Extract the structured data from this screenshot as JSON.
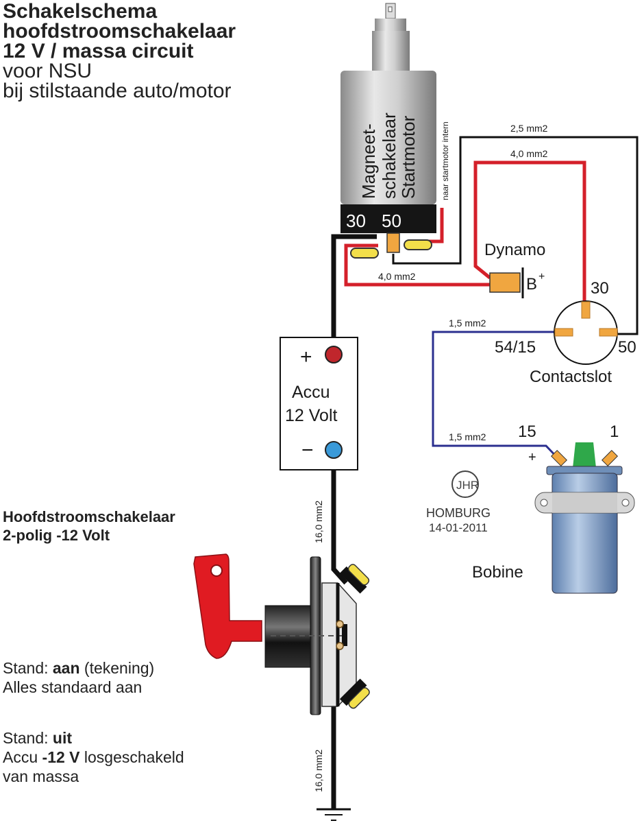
{
  "title": {
    "line1": "Schakelschema",
    "line2": "hoofdstroomschakelaar",
    "line3": "12 V / massa circuit",
    "line4": "voor NSU",
    "line5": "bij stilstaande auto/motor"
  },
  "starter": {
    "label_line1": "Magneet-",
    "label_line2": "schakelaar",
    "label_line3": "Startmotor",
    "internal_note": "naar startmotor intern",
    "terminal_30": "30",
    "terminal_50": "50"
  },
  "wires": {
    "starter_to_contact_50": "2,5 mm2",
    "dynamo_to_contact_30": "4,0 mm2",
    "starter_to_dynamo": "4,0 mm2",
    "contact_to_coil_top": "1,5 mm2",
    "contact_to_coil_bottom": "1,5 mm2",
    "battery_to_switch": "16,0 mm2",
    "switch_to_ground": "16,0 mm2"
  },
  "dynamo": {
    "label": "Dynamo",
    "terminal": "B",
    "terminal_sup": "+"
  },
  "ignition_switch": {
    "label": "Contactslot",
    "terminal_30": "30",
    "terminal_54_15": "54/15",
    "terminal_50": "50"
  },
  "battery": {
    "label_line1": "Accu",
    "label_line2": "12 Volt",
    "plus": "+",
    "minus": "−"
  },
  "coil": {
    "label": "Bobine",
    "terminal_15": "15",
    "terminal_1": "1",
    "plus": "+"
  },
  "author": {
    "logo": "JHR",
    "name": "HOMBURG",
    "date": "14-01-2011"
  },
  "main_switch": {
    "title_line1": "Hoofdstroomschakelaar",
    "title_line2": "2-polig -12 Volt"
  },
  "notes": {
    "on_prefix": "Stand: ",
    "on_bold": "aan",
    "on_suffix": " (tekening)",
    "on_desc": "Alles standaard aan",
    "off_prefix": "Stand: ",
    "off_bold": "uit",
    "off_desc_prefix": "Accu ",
    "off_desc_bold": "-12 V",
    "off_desc_suffix": " losgeschakeld",
    "off_desc_line2": "van massa"
  },
  "colors": {
    "red_wire": "#d4202a",
    "black_wire": "#111111",
    "blue_wire": "#2b2f8f",
    "terminal_orange": "#f0a640",
    "battery_plus": "#c0262c",
    "battery_minus": "#3a9ad9",
    "coil_body": "#7c9cc4",
    "coil_cap": "#2fa84a",
    "key_red": "#e01b22"
  }
}
